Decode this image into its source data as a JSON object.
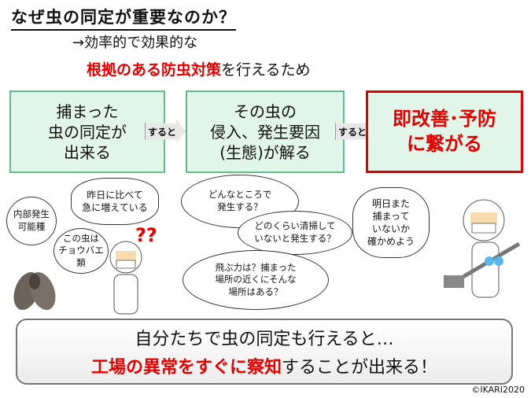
{
  "title": "なぜ虫の同定が重要なのか？",
  "subtitle_line1": "→効率的で効果的な",
  "subtitle_line2_red": "根拠のある防虫対策",
  "subtitle_line2_rest": "を行えるため",
  "flow": {
    "step1": [
      "捕まった",
      "虫の同定が",
      "出来る"
    ],
    "arrow1": "すると",
    "step2": [
      "その虫の",
      "侵入、発生要因",
      "(生態)が解る"
    ],
    "arrow2": "すると",
    "step3": [
      "即改善･予防",
      "に繋がる"
    ]
  },
  "bubbles": {
    "species": [
      "内部発生",
      "可能種"
    ],
    "yesterday": [
      "昨日に比べて",
      "急に増えている"
    ],
    "fly_type": [
      "この虫は",
      "チョウバエ類"
    ],
    "question_marks": "??",
    "where": [
      "どんなところで",
      "発生する？"
    ],
    "cleaning": [
      "どのくらい清掃して",
      "いないと発生する？"
    ],
    "flight": [
      "飛ぶ力は？捕まった",
      "場所の近くにそんな",
      "場所はある？"
    ],
    "tomorrow": [
      "明日また",
      "捕まって",
      "いないか",
      "確かめよう"
    ]
  },
  "callout": {
    "line1": "自分たちで虫の同定も行えると…",
    "line2_red": "工場の異常をすぐに察知",
    "line2_rest": "することが出来る！"
  },
  "copyright": "©IKARI2020",
  "colors": {
    "accent_red": "#e00000",
    "box_green": "#e2f5e9",
    "box_border": "#5cbd8a"
  }
}
